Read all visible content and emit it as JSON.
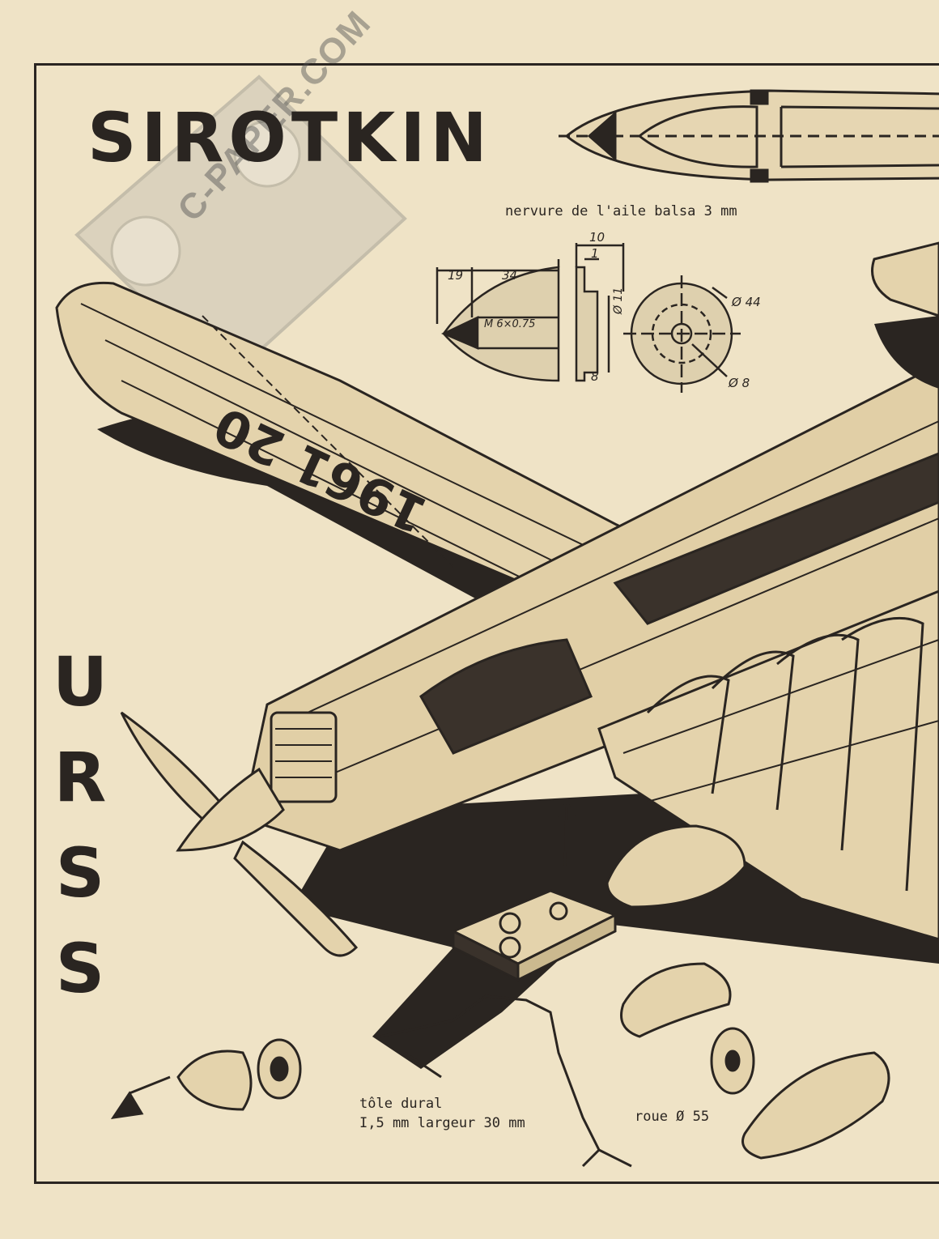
{
  "title": "SIROTKIN",
  "country_letters": [
    "U",
    "R",
    "S",
    "S"
  ],
  "captions": {
    "rib": "nervure de l'aile balsa 3 mm",
    "landing_gear_line1": "tôle dural",
    "landing_gear_line2": "I,5 mm largeur 30 mm",
    "wheel": "roue Ø 55"
  },
  "spinner_dims": {
    "d19": "19",
    "d34": "34",
    "d10": "10",
    "d1": "1",
    "d11": "Ø 11",
    "d8": "8",
    "thread": "M 6×0.75",
    "d44": "Ø 44",
    "d8b": "Ø 8"
  },
  "wing_marking": "1961 20",
  "watermark": "C-PAPER.COM",
  "colors": {
    "paper": "#efe3c6",
    "ink": "#2a2521"
  }
}
